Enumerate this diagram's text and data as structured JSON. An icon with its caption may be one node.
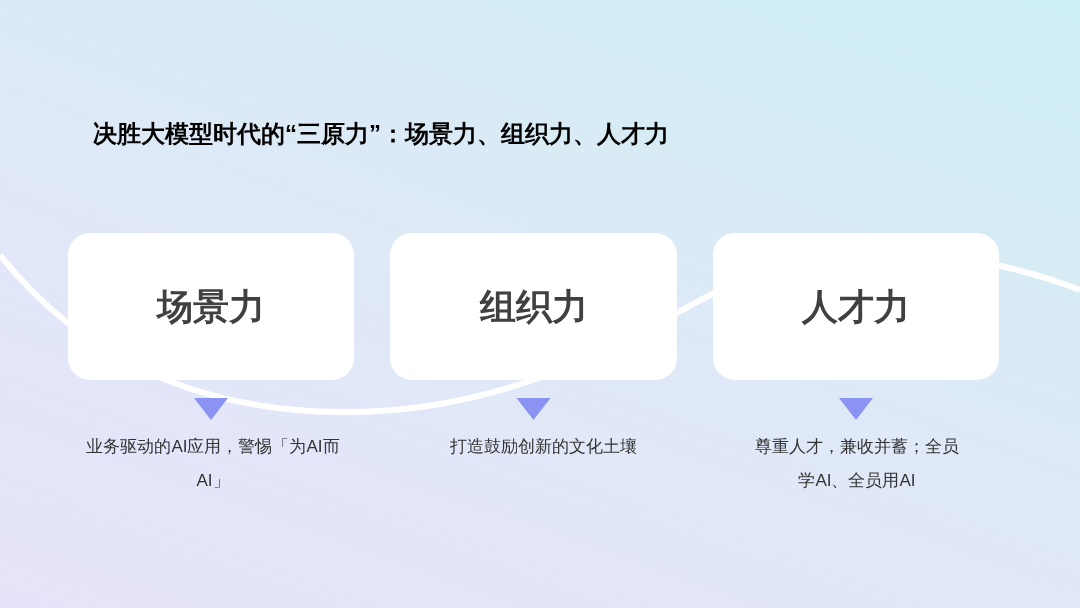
{
  "diagram": {
    "title": "决胜大模型时代的“三原力”：场景力、组织力、人才力",
    "nodes": [
      {
        "text": [
          "场景力"
        ]
      },
      {
        "text": [
          "组织力"
        ]
      },
      {
        "text": [
          "人才力"
        ]
      },
      {
        "text": [
          "业务驱动的AI应用，警惕「为AI而AI」"
        ]
      },
      {
        "text": [
          "打造鼓励创新的文化土壤"
        ]
      },
      {
        "text": [
          "尊重人才，兼收并蓄；全员学AI、全员用AI"
        ]
      }
    ],
    "edges": [
      {
        "from": 0,
        "to": 3,
        "arrow": "to"
      },
      {
        "from": 1,
        "to": 4,
        "arrow": "to"
      },
      {
        "from": 2,
        "to": 5,
        "arrow": "to"
      }
    ]
  }
}
